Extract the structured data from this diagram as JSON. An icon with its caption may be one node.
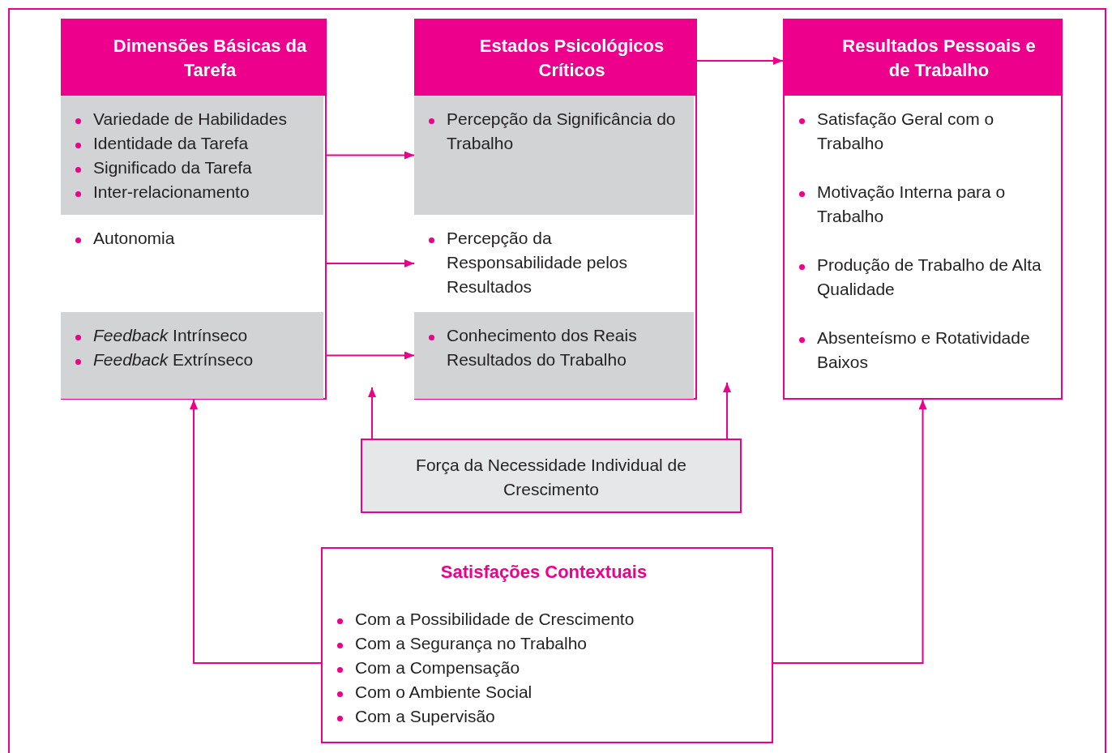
{
  "diagram": {
    "nodes": [
      {
        "text": [
          "Dimensões Básicas da Tarefa"
        ]
      },
      {
        "text": [
          "Variedade de Habilidades",
          "Identidade da Tarefa",
          "Significado da Tarefa",
          "Inter-relacionamento"
        ],
        "in": 0
      },
      {
        "text": [
          "Autonomia"
        ],
        "in": 0
      },
      {
        "text": [
          "*Feedback* Intrínseco",
          "*Feedback* Extrínseco"
        ],
        "in": 0
      },
      {
        "text": [
          "Estados Psicológicos Críticos"
        ]
      },
      {
        "text": [
          "Percepção da Significância do Trabalho"
        ],
        "in": 4
      },
      {
        "text": [
          "Percepção da Responsabilidade pelos Resultados"
        ],
        "in": 4
      },
      {
        "text": [
          "Conhecimento dos Reais Resultados do Trabalho"
        ],
        "in": 4
      },
      {
        "text": [
          "Resultados Pessoais e de Trabalho",
          "Satisfação Geral com o Trabalho",
          "Motivação Interna para o Trabalho",
          "Produção de Trabalho de Alta Qualidade",
          "Absenteísmo e Rotatividade Baixos"
        ]
      },
      {
        "text": [
          "Força da Necessidade Individual de Crescimento"
        ]
      },
      {
        "text": [
          "Satisfações Contextuais",
          "Com a Possibilidade de Crescimento",
          "Com a Segurança no Trabalho",
          "Com a Compensação",
          "Com o Ambiente Social",
          "Com a Supervisão"
        ]
      }
    ],
    "edges": [
      {
        "from": 1,
        "to": 5,
        "arrow": "to"
      },
      {
        "from": 2,
        "to": 6,
        "arrow": "to"
      },
      {
        "from": 3,
        "to": 7,
        "arrow": "to"
      },
      {
        "from": 4,
        "to": 8,
        "arrow": "to"
      },
      {
        "from": 9,
        "to": null,
        "arrow": "to"
      },
      {
        "from": 9,
        "to": null,
        "arrow": "to"
      },
      {
        "from": 10,
        "to": 0,
        "arrow": "to"
      },
      {
        "from": 10,
        "to": 8,
        "arrow": "to"
      }
    ]
  }
}
